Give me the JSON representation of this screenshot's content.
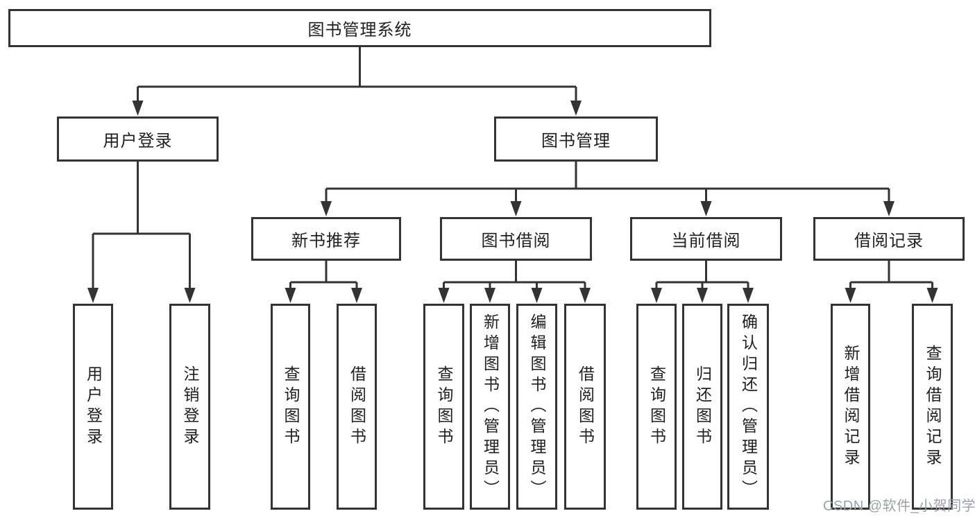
{
  "diagram": {
    "root": {
      "label": "图书管理系统"
    },
    "level2": {
      "user_login": {
        "label": "用户登录"
      },
      "book_mgmt": {
        "label": "图书管理"
      }
    },
    "level3": {
      "new_book_rec": {
        "label": "新书推荐"
      },
      "book_borrow": {
        "label": "图书借阅"
      },
      "current_borrow": {
        "label": "当前借阅"
      },
      "borrow_records": {
        "label": "借阅记录"
      }
    },
    "leaves": {
      "user_login_leaf": {
        "label": "用户登录"
      },
      "logout_leaf": {
        "label": "注销登录"
      },
      "rec_query": {
        "label": "查询图书"
      },
      "rec_borrow": {
        "label": "借阅图书"
      },
      "bb_query": {
        "label": "查询图书"
      },
      "bb_add": {
        "label": "新增图书（管理员）"
      },
      "bb_edit": {
        "label": "编辑图书（管理员）"
      },
      "bb_borrow": {
        "label": "借阅图书"
      },
      "cb_query": {
        "label": "查询图书"
      },
      "cb_return": {
        "label": "归还图书"
      },
      "cb_confirm": {
        "label": "确认归还（管理员）"
      },
      "br_add": {
        "label": "新增借阅记录"
      },
      "br_query": {
        "label": "查询借阅记录"
      }
    }
  },
  "watermark": {
    "text": "CSDN @软件_小贺同学"
  },
  "colors": {
    "line": "#333333",
    "text": "#1f1f1f",
    "watermark": "#9da0a8",
    "background": "#ffffff"
  }
}
